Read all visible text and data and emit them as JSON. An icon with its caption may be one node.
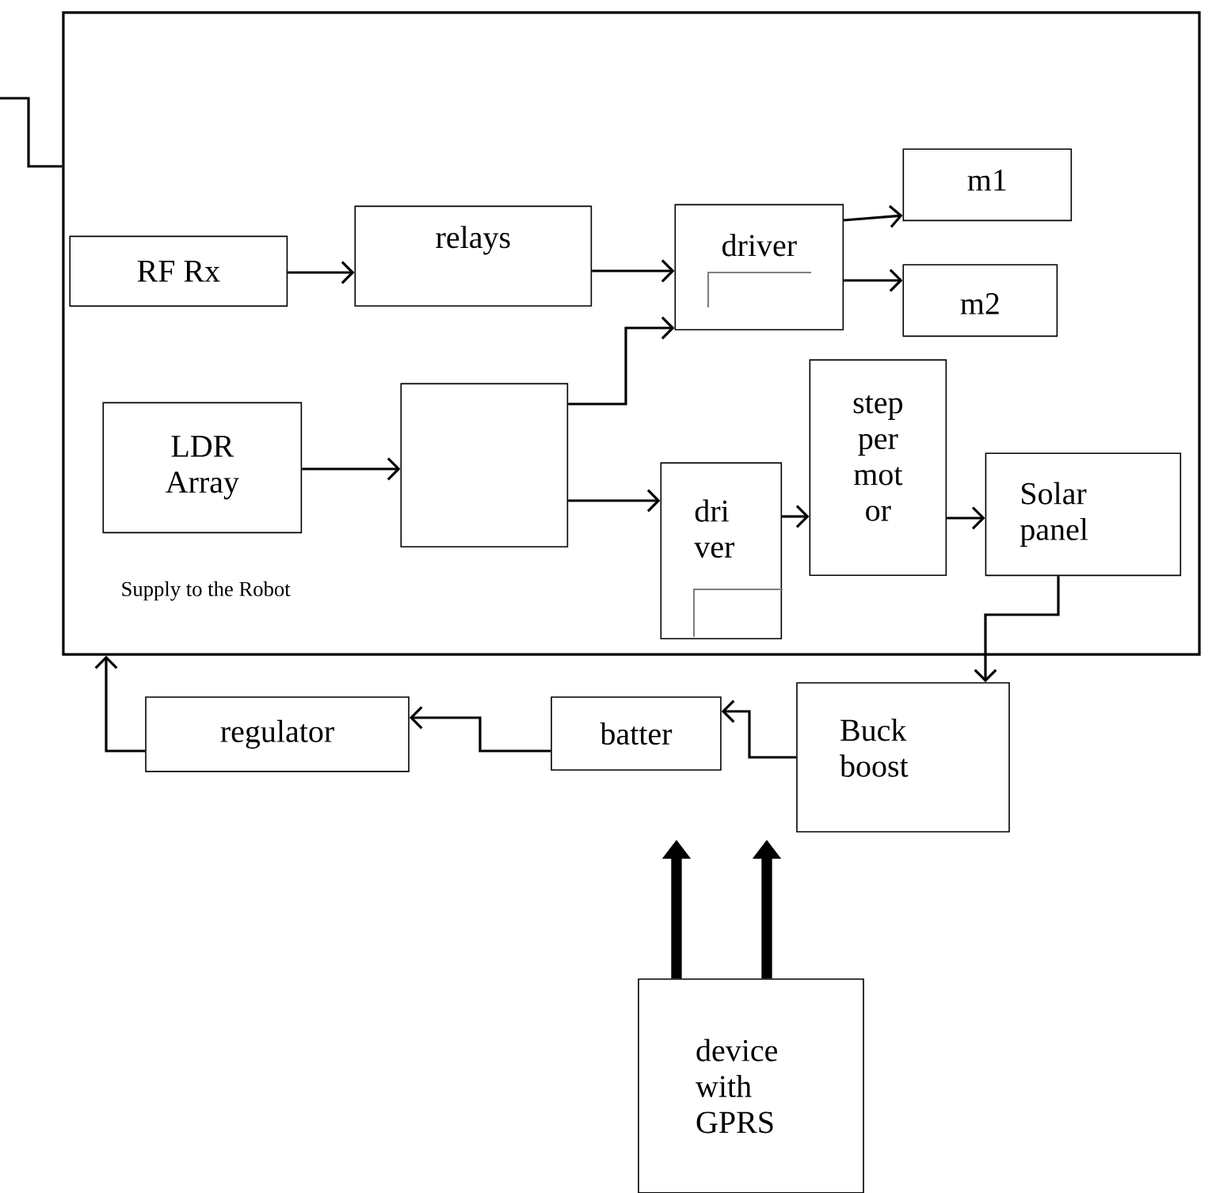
{
  "diagram": {
    "nodes": [
      {
        "text": [],
        "shape": "box"
      },
      {
        "text": [
          "RF Rx"
        ],
        "in": 0
      },
      {
        "text": [
          "relays"
        ],
        "in": 0
      },
      {
        "text": [
          "driver"
        ],
        "in": 0
      },
      {
        "text": [
          "m1"
        ],
        "in": 0
      },
      {
        "text": [
          "m2"
        ],
        "in": 0
      },
      {
        "text": [
          "LDR Array"
        ],
        "in": 0
      },
      {
        "text": [],
        "shape": "box",
        "in": 0
      },
      {
        "text": [
          "dri ver"
        ],
        "in": 0
      },
      {
        "text": [
          "step per mot or"
        ],
        "in": 0
      },
      {
        "text": [
          "Solar panel"
        ],
        "in": 0
      },
      {
        "text": [
          "Buck boost"
        ]
      },
      {
        "text": [
          "batter"
        ]
      },
      {
        "text": [
          "regulator"
        ]
      },
      {
        "text": [
          "device with GPRS"
        ]
      }
    ],
    "edges": [
      {
        "from": 1,
        "to": 2,
        "arrow": "to"
      },
      {
        "from": 2,
        "to": 3,
        "arrow": "to"
      },
      {
        "from": 3,
        "to": 4,
        "arrow": "to"
      },
      {
        "from": 3,
        "to": 5,
        "arrow": "to"
      },
      {
        "from": 6,
        "to": 7,
        "arrow": "to"
      },
      {
        "from": 7,
        "to": 3,
        "arrow": "to"
      },
      {
        "from": 7,
        "to": 8,
        "arrow": "to"
      },
      {
        "from": 8,
        "to": 9,
        "arrow": "to"
      },
      {
        "from": 9,
        "to": 10,
        "arrow": "to"
      },
      {
        "from": 10,
        "to": 11,
        "arrow": "to"
      },
      {
        "from": 11,
        "to": 12,
        "arrow": "to"
      },
      {
        "from": 12,
        "to": 13,
        "arrow": "to"
      },
      {
        "from": 13,
        "to": 0,
        "arrow": "to"
      },
      {
        "from": 0,
        "to": null,
        "arrow": "none"
      },
      {
        "from": 14,
        "to": null,
        "arrow": "to",
        "style": "thick"
      },
      {
        "from": 14,
        "to": null,
        "arrow": "to",
        "style": "thick"
      }
    ],
    "labels": [
      "Supply to the Robot"
    ]
  }
}
